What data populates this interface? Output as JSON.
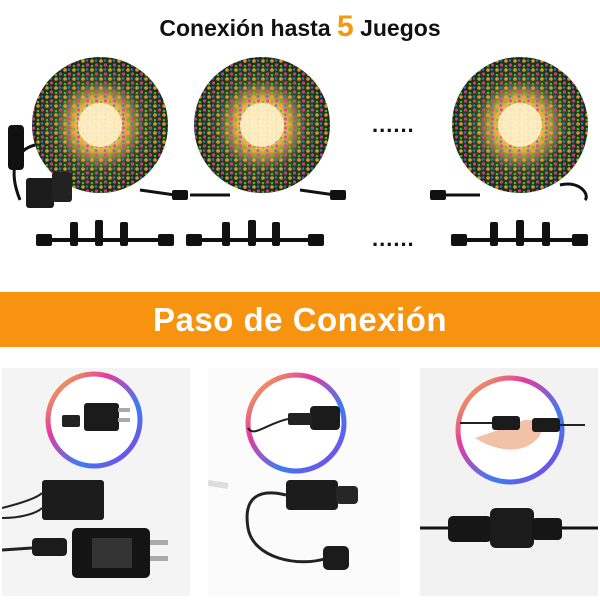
{
  "header": {
    "title_before": "Conexión hasta ",
    "title_number": "5",
    "title_after": " Juegos"
  },
  "top_row": {
    "ellipsis_upper": "......",
    "ellipsis_lower": "......"
  },
  "banner": {
    "label": "Paso de Conexión",
    "color": "#f8930f"
  },
  "steps": [
    {
      "depicts": "adapter-icon"
    },
    {
      "depicts": "connector-icon"
    },
    {
      "depicts": "hand-connecting-icon"
    }
  ],
  "accent": "#f39a0c"
}
